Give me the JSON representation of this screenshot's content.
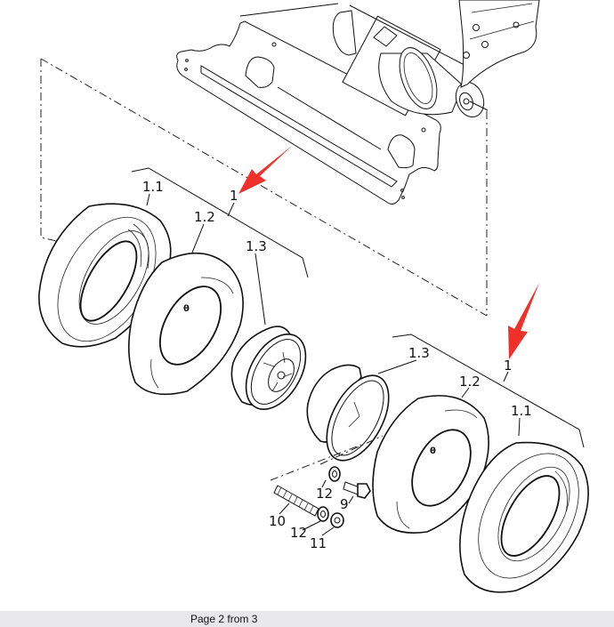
{
  "document": {
    "type": "exploded parts diagram",
    "subject": "wheel assembly"
  },
  "callouts": {
    "upper_group": {
      "assembly": "1",
      "tire": "1.1",
      "tube": "1.2",
      "rim": "1.3"
    },
    "lower_group": {
      "assembly": "1",
      "tire": "1.1",
      "tube": "1.2",
      "rim": "1.3"
    },
    "fasteners": {
      "bolt": "9",
      "stud": "10",
      "nut": "11",
      "washer_upper": "12",
      "washer_lower": "12"
    }
  },
  "highlight": {
    "arrow_color": "#f0302a",
    "arrow_count": 2
  },
  "footer": {
    "page_label": "Page 2 from 3",
    "current_page": 2,
    "total_pages": 3
  }
}
